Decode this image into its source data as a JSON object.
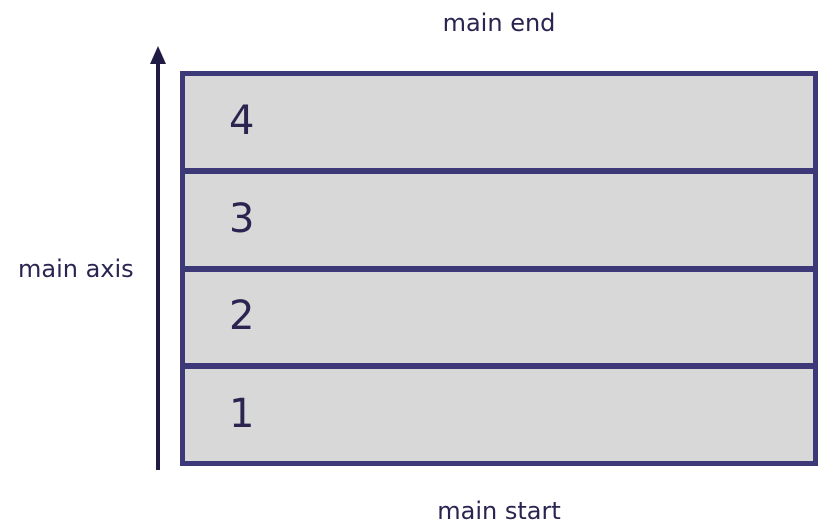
{
  "labels": {
    "main_end": "main end",
    "main_start": "main start",
    "main_axis": "main axis"
  },
  "items": [
    "1",
    "2",
    "3",
    "4"
  ],
  "colors": {
    "border": "#3d3878",
    "item_fill": "#d8d8d8",
    "text": "#2a2550",
    "arrow": "#1f1b45"
  },
  "arrow_direction": "up"
}
